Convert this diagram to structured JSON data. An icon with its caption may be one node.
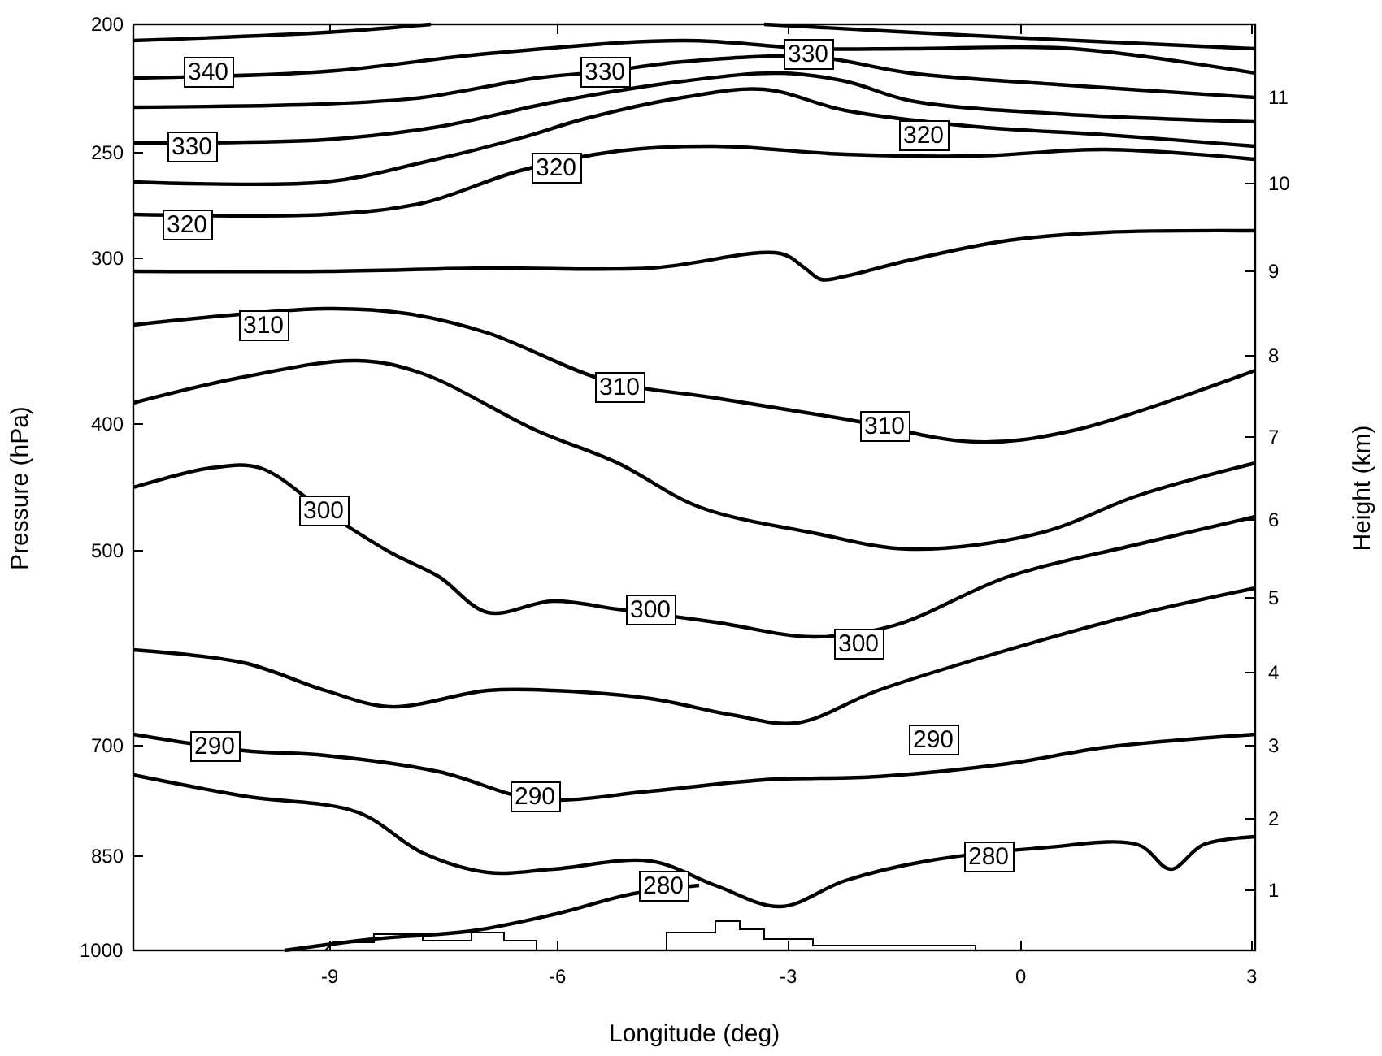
{
  "diagram": {
    "labels": [
      "340",
      "330",
      "330",
      "330",
      "320",
      "320",
      "320",
      "310",
      "310",
      "310",
      "300",
      "300",
      "300",
      "290",
      "290",
      "290",
      "280",
      "280",
      "200",
      "250",
      "300",
      "400",
      "500",
      "700",
      "850",
      "1000",
      "11",
      "10",
      "9",
      "8",
      "7",
      "6",
      "5",
      "4",
      "3",
      "2",
      "1",
      "-9",
      "-6",
      "-3",
      "0",
      "3",
      "Pressure (hPa)",
      "Height (km)",
      "Longitude (deg)"
    ]
  }
}
